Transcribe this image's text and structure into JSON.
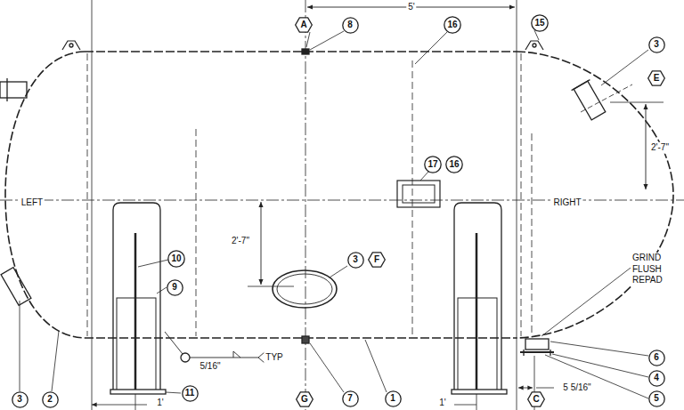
{
  "diagram": {
    "nodes": [
      {
        "text": [
          "A"
        ]
      },
      {
        "text": [
          "8"
        ]
      },
      {
        "text": [
          "16"
        ]
      },
      {
        "text": [
          "15"
        ]
      },
      {
        "text": [
          "3"
        ]
      },
      {
        "text": [
          "E"
        ]
      },
      {
        "text": [
          "17"
        ]
      },
      {
        "text": [
          "16"
        ]
      },
      {
        "text": [
          "3"
        ]
      },
      {
        "text": [
          "F"
        ]
      },
      {
        "text": [
          "10"
        ]
      },
      {
        "text": [
          "9"
        ]
      },
      {
        "text": [
          "6"
        ]
      },
      {
        "text": [
          "4"
        ]
      },
      {
        "text": [
          "5"
        ]
      },
      {
        "text": [
          "11"
        ]
      },
      {
        "text": [
          "3"
        ]
      },
      {
        "text": [
          "2"
        ]
      },
      {
        "text": [
          "G"
        ]
      },
      {
        "text": [
          "7"
        ]
      },
      {
        "text": [
          "1"
        ]
      },
      {
        "text": [
          "C"
        ]
      }
    ],
    "labels": [
      "5'",
      "2'-7\"",
      "LEFT",
      "RIGHT",
      "2'-7\"",
      "GRIND FLUSH REPAD",
      "5 5/16\"",
      "5/16\"",
      "TYP",
      "1'",
      "1'"
    ]
  }
}
